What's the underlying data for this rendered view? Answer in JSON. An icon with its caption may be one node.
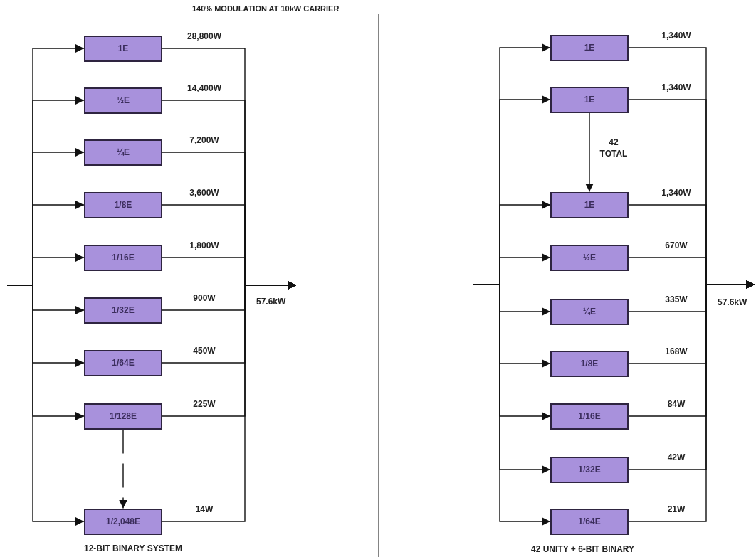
{
  "diagram": {
    "title": "140% MODULATION AT 10kW CARRIER",
    "nodes": [
      {
        "text": [
          "1E"
        ]
      },
      {
        "text": [
          "½E"
        ]
      },
      {
        "text": [
          "¼E"
        ]
      },
      {
        "text": [
          "1/8E"
        ]
      },
      {
        "text": [
          "1/16E"
        ]
      },
      {
        "text": [
          "1/32E"
        ]
      },
      {
        "text": [
          "1/64E"
        ]
      },
      {
        "text": [
          "1/128E"
        ]
      },
      {
        "text": [
          "1/2,048E"
        ]
      },
      {
        "text": [
          "1E"
        ]
      },
      {
        "text": [
          "1E"
        ]
      },
      {
        "text": [
          "1E"
        ]
      },
      {
        "text": [
          "½E"
        ]
      },
      {
        "text": [
          "¼E"
        ]
      },
      {
        "text": [
          "1/8E"
        ]
      },
      {
        "text": [
          "1/16E"
        ]
      },
      {
        "text": [
          "1/32E"
        ]
      },
      {
        "text": [
          "1/64E"
        ]
      }
    ],
    "edges": [
      {
        "from": null,
        "to": 0,
        "arrow": "to"
      },
      {
        "from": null,
        "to": 1,
        "arrow": "to"
      },
      {
        "from": null,
        "to": 2,
        "arrow": "to"
      },
      {
        "from": null,
        "to": 3,
        "arrow": "to"
      },
      {
        "from": null,
        "to": 4,
        "arrow": "to"
      },
      {
        "from": null,
        "to": 5,
        "arrow": "to"
      },
      {
        "from": null,
        "to": 6,
        "arrow": "to"
      },
      {
        "from": null,
        "to": 7,
        "arrow": "to"
      },
      {
        "from": null,
        "to": 8,
        "arrow": "to"
      },
      {
        "from": 0,
        "to": null,
        "arrow": "to",
        "label": "28,800W"
      },
      {
        "from": 1,
        "to": null,
        "arrow": "to",
        "label": "14,400W"
      },
      {
        "from": 2,
        "to": null,
        "arrow": "to",
        "label": "7,200W"
      },
      {
        "from": 3,
        "to": null,
        "arrow": "to",
        "label": "3,600W"
      },
      {
        "from": 4,
        "to": null,
        "arrow": "to",
        "label": "1,800W"
      },
      {
        "from": 5,
        "to": null,
        "arrow": "to",
        "label": "900W"
      },
      {
        "from": 6,
        "to": null,
        "arrow": "to",
        "label": "450W"
      },
      {
        "from": 7,
        "to": null,
        "arrow": "to",
        "label": "225W"
      },
      {
        "from": 8,
        "to": null,
        "arrow": "to",
        "label": "14W"
      },
      {
        "from": 7,
        "to": 8,
        "arrow": "to",
        "style": "dashed"
      },
      {
        "from": null,
        "to": 9,
        "arrow": "to"
      },
      {
        "from": null,
        "to": 10,
        "arrow": "to"
      },
      {
        "from": null,
        "to": 11,
        "arrow": "to"
      },
      {
        "from": null,
        "to": 12,
        "arrow": "to"
      },
      {
        "from": null,
        "to": 13,
        "arrow": "to"
      },
      {
        "from": null,
        "to": 14,
        "arrow": "to"
      },
      {
        "from": null,
        "to": 15,
        "arrow": "to"
      },
      {
        "from": null,
        "to": 16,
        "arrow": "to"
      },
      {
        "from": null,
        "to": 17,
        "arrow": "to"
      },
      {
        "from": 9,
        "to": null,
        "arrow": "to",
        "label": "1,340W"
      },
      {
        "from": 10,
        "to": null,
        "arrow": "to",
        "label": "1,340W"
      },
      {
        "from": 11,
        "to": null,
        "arrow": "to",
        "label": "1,340W"
      },
      {
        "from": 12,
        "to": null,
        "arrow": "to",
        "label": "670W"
      },
      {
        "from": 13,
        "to": null,
        "arrow": "to",
        "label": "335W"
      },
      {
        "from": 14,
        "to": null,
        "arrow": "to",
        "label": "168W"
      },
      {
        "from": 15,
        "to": null,
        "arrow": "to",
        "label": "84W"
      },
      {
        "from": 16,
        "to": null,
        "arrow": "to",
        "label": "42W"
      },
      {
        "from": 17,
        "to": null,
        "arrow": "to",
        "label": "21W"
      },
      {
        "from": 10,
        "to": 11,
        "arrow": "to",
        "label": "42 TOTAL"
      }
    ],
    "labels": [
      "57.6kW",
      "57.6kW",
      "12-BIT BINARY SYSTEM",
      "42 UNITY + 6-BIT BINARY"
    ]
  }
}
